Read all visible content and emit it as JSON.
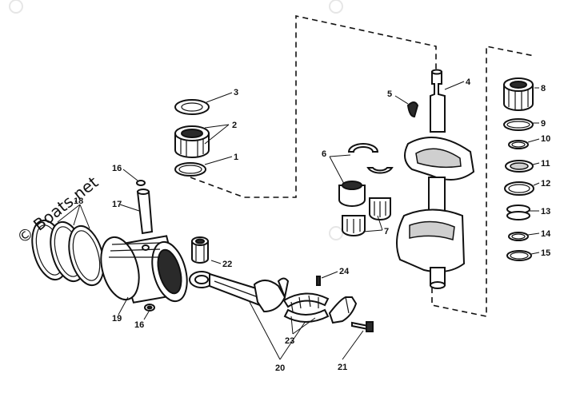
{
  "watermark": {
    "text": "© Boats.net"
  },
  "callouts": {
    "c1": "1",
    "c2": "2",
    "c3": "3",
    "c4": "4",
    "c5": "5",
    "c6": "6",
    "c7": "7",
    "c8": "8",
    "c9": "9",
    "c10": "10",
    "c11": "11",
    "c12": "12",
    "c13": "13",
    "c14": "14",
    "c15": "15",
    "c16a": "16",
    "c16b": "16",
    "c17": "17",
    "c18": "18",
    "c19": "19",
    "c20": "20",
    "c21": "21",
    "c22": "22",
    "c23": "23",
    "c24": "24"
  },
  "colors": {
    "ink": "#111111",
    "paper": "#ffffff",
    "watermark_ghost": "#e6e6e6"
  },
  "icons": {
    "watermark_symbol": "copyright-icon"
  }
}
